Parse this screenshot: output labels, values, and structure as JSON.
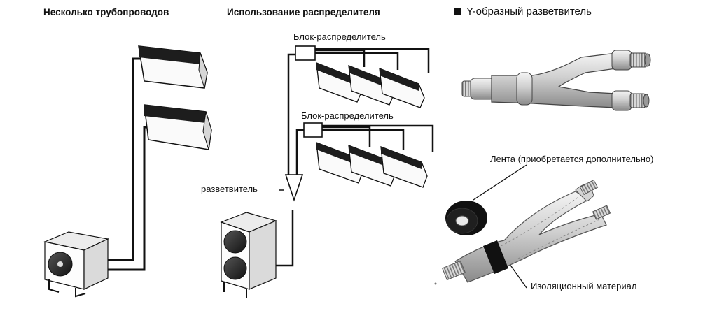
{
  "sections": {
    "multi_pipe": {
      "title": "Несколько трубопроводов"
    },
    "distributor": {
      "title": "Использование распределителя",
      "box_label_top": "Блок-распределитель",
      "box_label_bottom": "Блок-распределитель",
      "splitter_label": "разветвитель"
    },
    "y_branch": {
      "title": "Y-образный разветвитель",
      "tape_label": "Лента (приобретается дополнительно)",
      "insulation_label": "Изоляционный материал"
    }
  }
}
